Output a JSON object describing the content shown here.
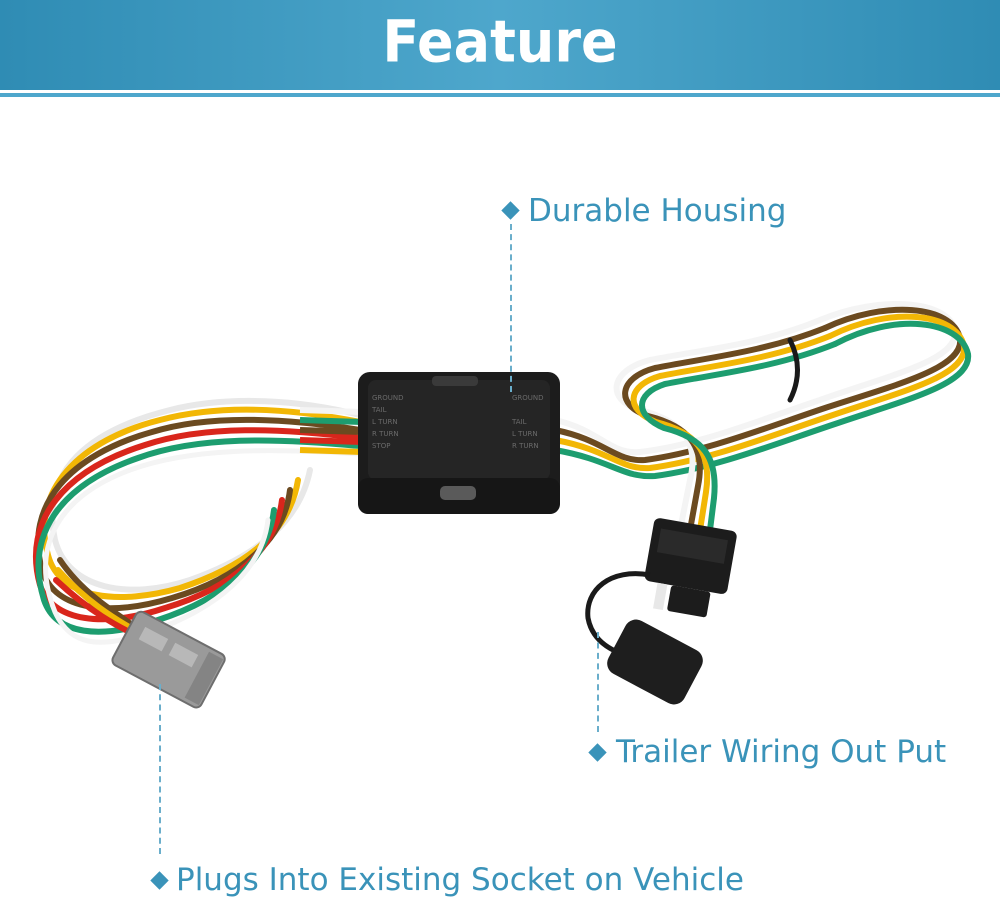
{
  "banner": {
    "title": "Feature",
    "color": "#3a93b9"
  },
  "callouts": {
    "housing": "Durable Housing",
    "trailer_out": "Trailer Wiring Out Put",
    "vehicle_plug": "Plugs Into Existing Socket on Vehicle"
  },
  "icons": {
    "callout_marker": "diamond-bullet-icon"
  },
  "housing_print": {
    "left": [
      "GROUND",
      "TAIL",
      "L TURN",
      "R TURN",
      "STOP"
    ],
    "right": [
      "GROUND",
      "TAIL",
      "L TURN",
      "R TURN"
    ]
  }
}
